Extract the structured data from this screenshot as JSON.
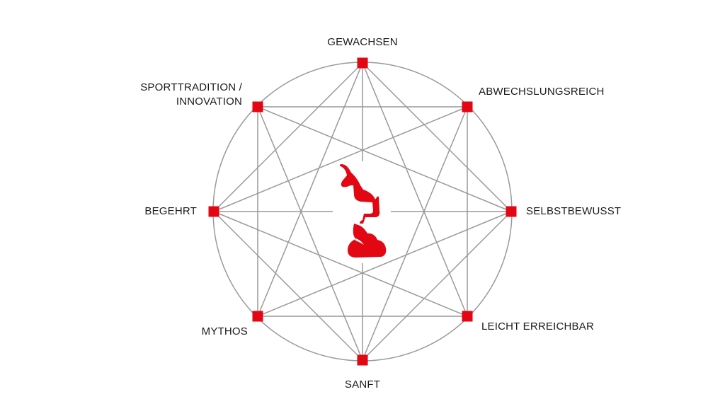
{
  "nodes": [
    {
      "id": "gewachsen",
      "label": [
        "GEWACHSEN"
      ]
    },
    {
      "id": "abwechslungsreich",
      "label": [
        "ABWECHSLUNGSREICH"
      ]
    },
    {
      "id": "selbstbewusst",
      "label": [
        "SELBSTBEWUSST"
      ]
    },
    {
      "id": "leicht-erreichbar",
      "label": [
        "LEICHT ERREICHBAR"
      ]
    },
    {
      "id": "sanft",
      "label": [
        "SANFT"
      ]
    },
    {
      "id": "mythos",
      "label": [
        "MYTHOS"
      ]
    },
    {
      "id": "begehrt",
      "label": [
        "BEGEHRT"
      ]
    },
    {
      "id": "sporttradition-innovation",
      "label": [
        "SPORTTRADITION /",
        "INNOVATION"
      ]
    }
  ],
  "colors": {
    "accent": "#e30613",
    "line": "#9a9a9a",
    "text": "#1a1a1a"
  },
  "center_icon": "chamois-on-rock-icon"
}
